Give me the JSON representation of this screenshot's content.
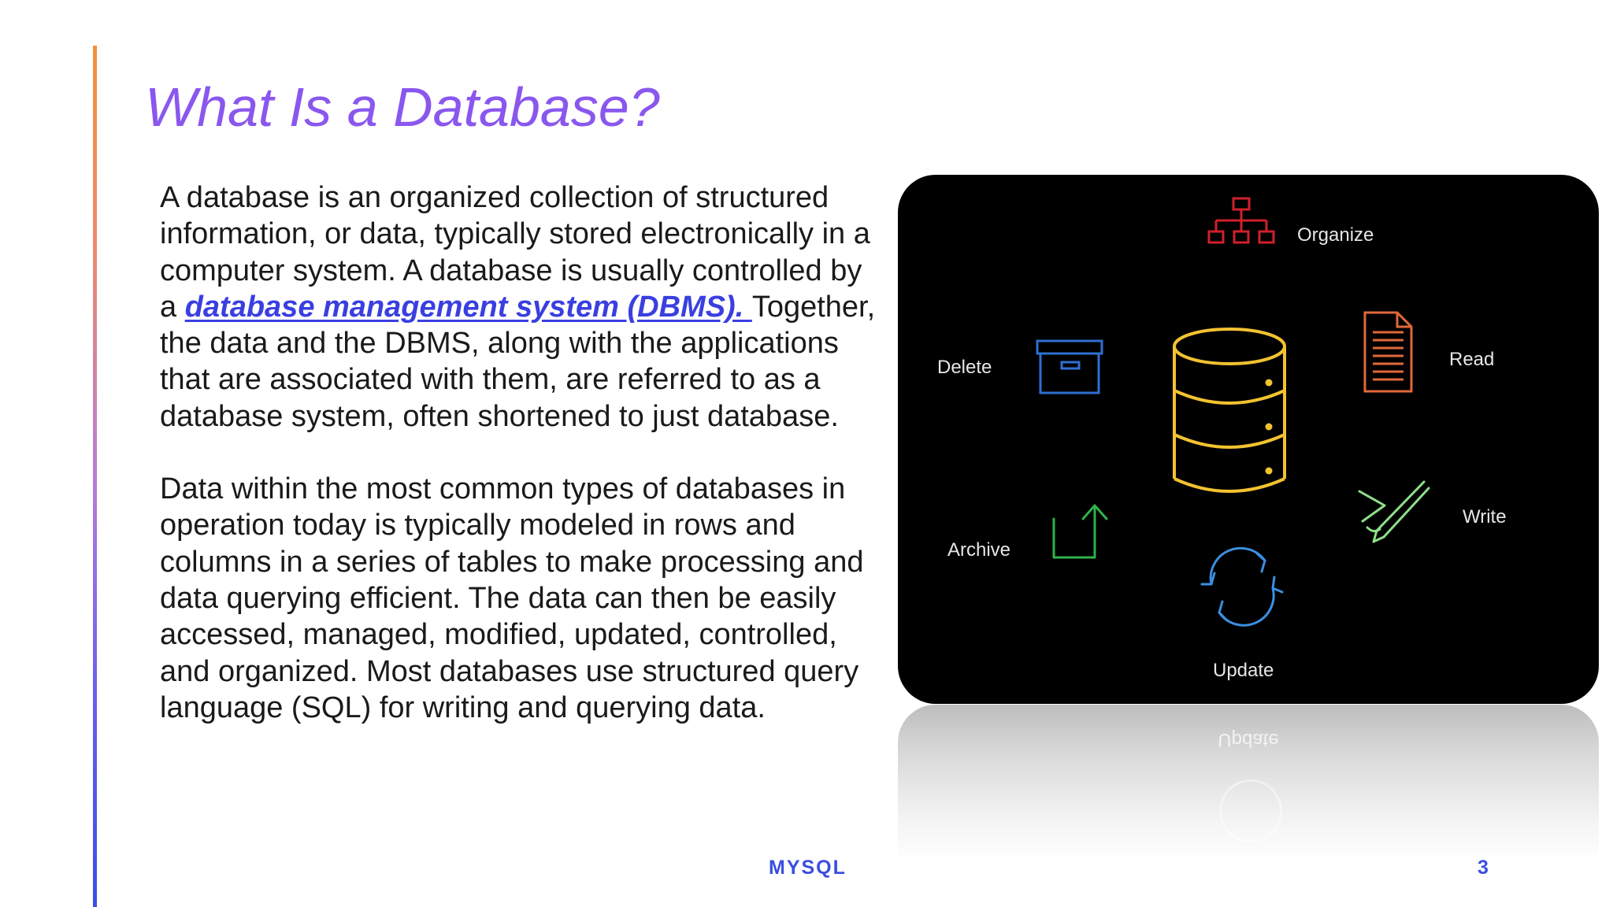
{
  "slide": {
    "title": "What Is a Database?",
    "paragraph1": {
      "before_link": "A database is an organized collection of structured\ninformation, or data, typically stored electronically in a\ncomputer system. A database is usually controlled by\na ",
      "link": "database management system (DBMS). ",
      "after_link": "Together,\nthe data and the DBMS, along with the applications\nthat are associated with them, are referred to as a\ndatabase system, often shortened to just database."
    },
    "paragraph2": "Data within the most common types of databases in\noperation today is typically modeled in rows and\ncolumns in a series of tables to make processing and\ndata querying efficient. The data can then be easily\naccessed, managed, modified, updated, controlled,\nand organized. Most databases use structured query\nlanguage (SQL) for writing and querying data.",
    "footer": "MYSQL",
    "page_number": "3"
  },
  "figure": {
    "labels": {
      "organize": "Organize",
      "read": "Read",
      "delete": "Delete",
      "write": "Write",
      "archive": "Archive",
      "update": "Update"
    },
    "icons": {
      "organize": "hierarchy-icon",
      "read": "document-icon",
      "delete": "archive-box-icon",
      "write": "pen-check-icon",
      "archive": "arrow-up-icon",
      "update": "refresh-icon",
      "center": "database-icon"
    },
    "colors": {
      "organize": "#d0202a",
      "read": "#e0683a",
      "delete": "#2f6fd1",
      "write": "#8fe08a",
      "archive": "#2fb24a",
      "update": "#3a8fe0",
      "database": "#f2c230",
      "background": "#000000"
    }
  },
  "theme": {
    "title_color": "#8a57ee",
    "link_color": "#3a3fe0",
    "footer_color": "#3a4ee0"
  }
}
